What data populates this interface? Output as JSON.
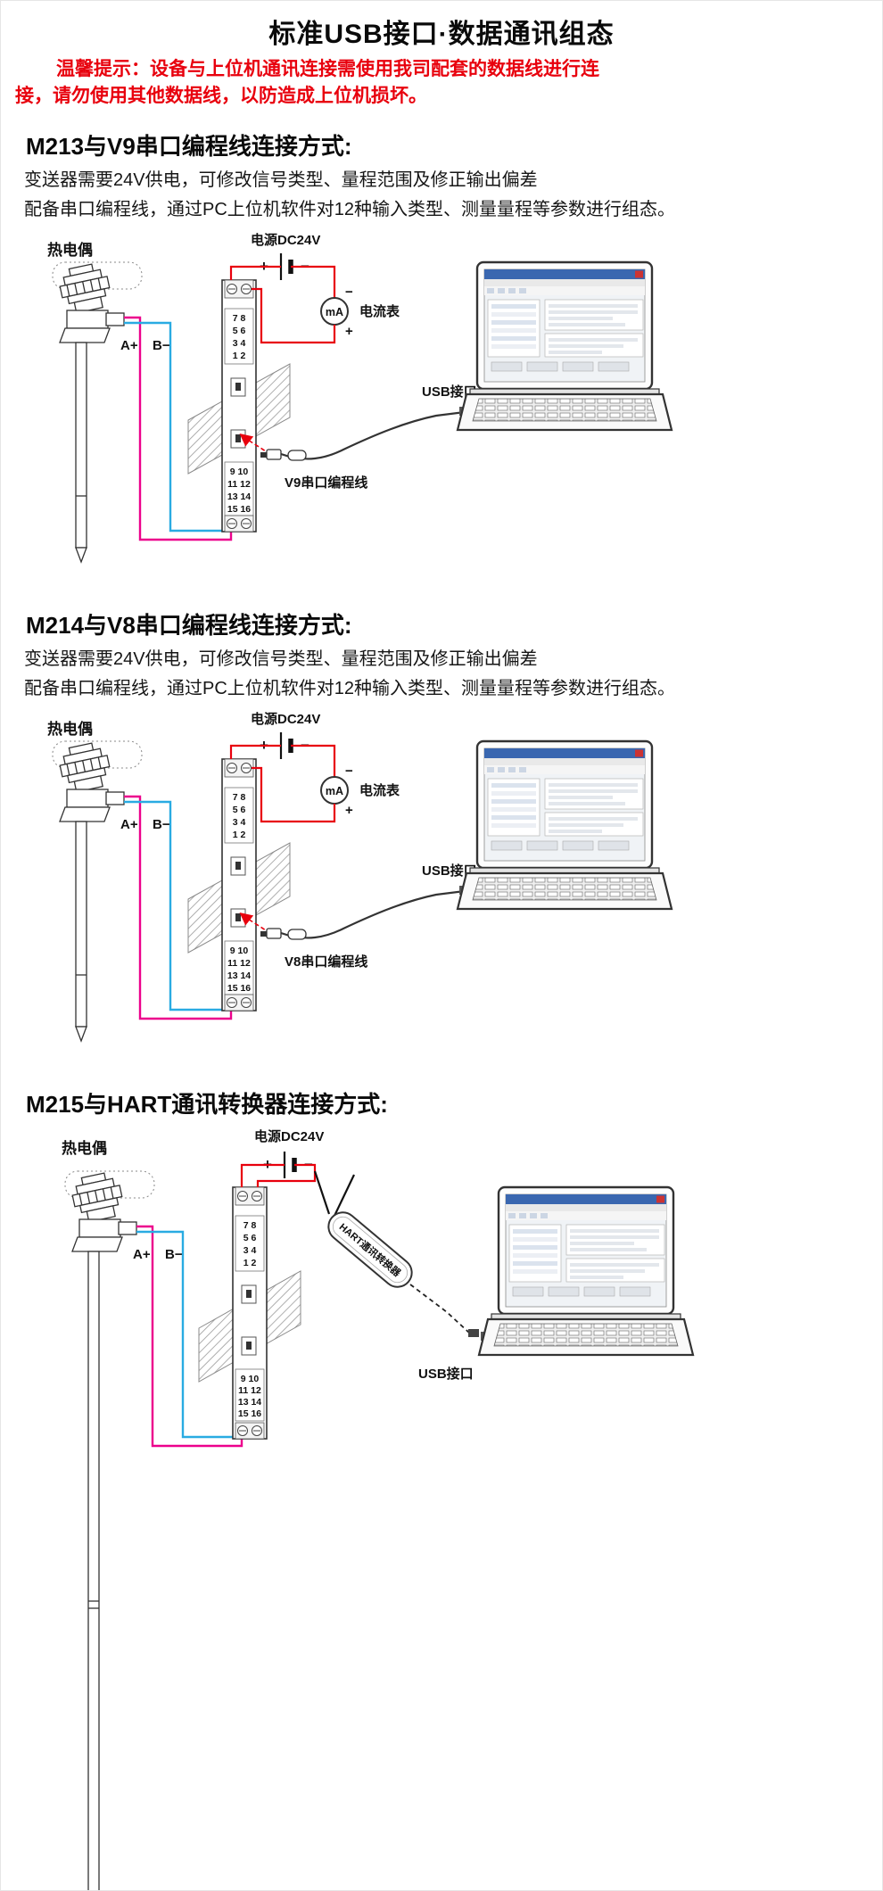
{
  "page": {
    "title": "标准USB接口·数据通讯组态",
    "notice": {
      "line1": "温馨提示：设备与上位机通讯连接需使用我司配套的数据线进行连",
      "line2": "接，请勿使用其他数据线，以防造成上位机损坏。"
    }
  },
  "sections": [
    {
      "heading": "M213与V9串口编程线连接方式:",
      "desc": [
        "变送器需要24V供电，可修改信号类型、量程范围及修正输出偏差",
        "配备串口编程线，通过PC上位机软件对12种输入类型、测量量程等参数进行组态。"
      ],
      "labels": {
        "thermocouple": "热电偶",
        "power": "电源DC24V",
        "power_plus": "+",
        "power_minus": "−",
        "ammeter": "电流表",
        "ammeter_unit": "mA",
        "ammeter_minus": "−",
        "ammeter_plus": "+",
        "terminal_a": "A+",
        "terminal_b": "B−",
        "usb": "USB接口",
        "cable": "V9串口编程线",
        "terminals_top": [
          "7 8",
          "5 6",
          "3 4",
          "1 2"
        ],
        "terminals_bottom": [
          "9 10",
          "11 12",
          "13 14",
          "15 16"
        ]
      }
    },
    {
      "heading": "M214与V8串口编程线连接方式:",
      "desc": [
        "变送器需要24V供电，可修改信号类型、量程范围及修正输出偏差",
        "配备串口编程线，通过PC上位机软件对12种输入类型、测量量程等参数进行组态。"
      ],
      "labels": {
        "thermocouple": "热电偶",
        "power": "电源DC24V",
        "power_plus": "+",
        "power_minus": "−",
        "ammeter": "电流表",
        "ammeter_unit": "mA",
        "ammeter_minus": "−",
        "ammeter_plus": "+",
        "terminal_a": "A+",
        "terminal_b": "B−",
        "usb": "USB接口",
        "cable": "V8串口编程线",
        "terminals_top": [
          "7 8",
          "5 6",
          "3 4",
          "1 2"
        ],
        "terminals_bottom": [
          "9 10",
          "11 12",
          "13 14",
          "15 16"
        ]
      }
    },
    {
      "heading": "M215与HART通讯转换器连接方式:",
      "desc": [],
      "labels": {
        "thermocouple": "热电偶",
        "power": "电源DC24V",
        "power_plus": "+",
        "power_minus": "−",
        "terminal_a": "A+",
        "terminal_b": "B−",
        "usb": "USB接口",
        "hart": "HART通讯转换器",
        "terminals_top": [
          "7 8",
          "5 6",
          "3 4",
          "1 2"
        ],
        "terminals_bottom": [
          "9 10",
          "11 12",
          "13 14",
          "15 16"
        ]
      }
    }
  ],
  "colors": {
    "red": "#e8000d",
    "blue": "#29abe2",
    "magenta": "#ec008c"
  }
}
